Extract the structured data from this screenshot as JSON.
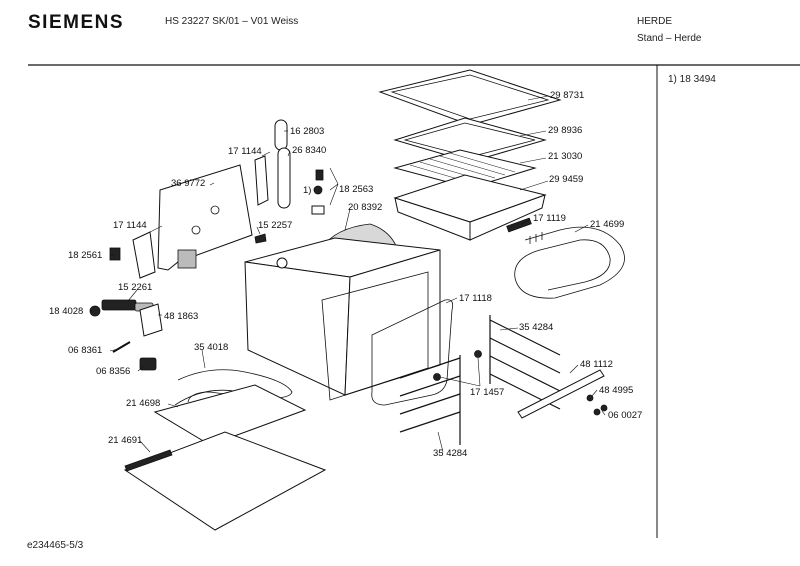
{
  "header": {
    "brand": "SIEMENS",
    "model": "HS 23227 SK/01 – V01 Weiss",
    "category": "HERDE",
    "subcategory": "Stand – Herde"
  },
  "side_note": "1)  18 3494",
  "footer_code": "e234465-5/3",
  "parts": [
    {
      "id": "p298731",
      "label": "29 8731"
    },
    {
      "id": "p298936",
      "label": "29 8936"
    },
    {
      "id": "p213030",
      "label": "21 3030"
    },
    {
      "id": "p299459",
      "label": "29 9459"
    },
    {
      "id": "p171119",
      "label": "17 1119"
    },
    {
      "id": "p214699",
      "label": "21 4699"
    },
    {
      "id": "p162803",
      "label": "16 2803"
    },
    {
      "id": "p268340",
      "label": "26 8340"
    },
    {
      "id": "p171144a",
      "label": "17 1144"
    },
    {
      "id": "p369772",
      "label": "36 9772"
    },
    {
      "id": "ref1",
      "label": "1)"
    },
    {
      "id": "p182563",
      "label": "18 2563"
    },
    {
      "id": "p208392",
      "label": "20 8392"
    },
    {
      "id": "p152257",
      "label": "15 2257"
    },
    {
      "id": "p171144b",
      "label": "17 1144"
    },
    {
      "id": "p182561",
      "label": "18 2561"
    },
    {
      "id": "p152261",
      "label": "15 2261"
    },
    {
      "id": "p184028",
      "label": "18 4028"
    },
    {
      "id": "p481863",
      "label": "48 1863"
    },
    {
      "id": "p171118",
      "label": "17 1118"
    },
    {
      "id": "p354284a",
      "label": "35 4284"
    },
    {
      "id": "p068361",
      "label": "06 8361"
    },
    {
      "id": "p354018",
      "label": "35 4018"
    },
    {
      "id": "p068356",
      "label": "06 8356"
    },
    {
      "id": "p481112",
      "label": "48 1112"
    },
    {
      "id": "p171457",
      "label": "17 1457"
    },
    {
      "id": "p484995",
      "label": "48 4995"
    },
    {
      "id": "p214698",
      "label": "21 4698"
    },
    {
      "id": "p060027",
      "label": "06 0027"
    },
    {
      "id": "p214691",
      "label": "21 4691"
    },
    {
      "id": "p354284b",
      "label": "35 4284"
    }
  ]
}
